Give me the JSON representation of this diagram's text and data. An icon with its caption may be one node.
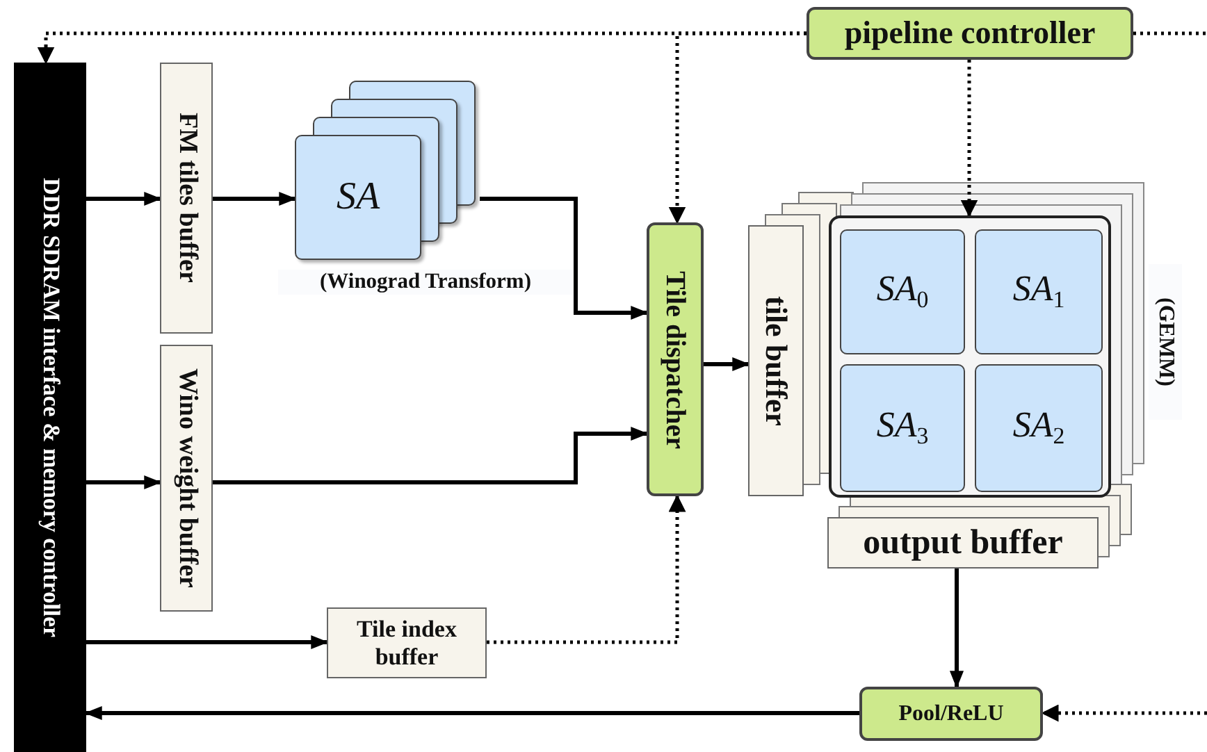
{
  "diagram": {
    "nodes": [
      {
        "text": [
          "DDR SDRAM interface & memory controller"
        ]
      },
      {
        "text": [
          "FM tiles buffer"
        ]
      },
      {
        "text": [
          "Wino weight buffer"
        ]
      },
      {
        "text": [
          "SA"
        ],
        "beside": [
          "(Winograd Transform)"
        ]
      },
      {
        "text": [
          "pipeline controller"
        ]
      },
      {
        "text": [
          "Tile dispatcher"
        ]
      },
      {
        "text": [
          "tile buffer"
        ]
      },
      {
        "text": [],
        "shape": "box",
        "beside": [
          "(GEMM)"
        ]
      },
      {
        "text": [
          "*SA*$_{0}$"
        ],
        "in": 7
      },
      {
        "text": [
          "*SA*$_{1}$"
        ],
        "in": 7
      },
      {
        "text": [
          "*SA*$_{3}$"
        ],
        "in": 7
      },
      {
        "text": [
          "*SA*$_{2}$"
        ],
        "in": 7
      },
      {
        "text": [
          "output buffer"
        ]
      },
      {
        "text": [
          "Tile index buffer"
        ]
      },
      {
        "text": [
          "Pool/ReLU"
        ]
      }
    ],
    "edges": [
      {
        "from": 0,
        "to": 1,
        "arrow": "to"
      },
      {
        "from": 1,
        "to": 3,
        "arrow": "to"
      },
      {
        "from": 3,
        "to": 5,
        "arrow": "to"
      },
      {
        "from": 0,
        "to": 2,
        "arrow": "to"
      },
      {
        "from": 2,
        "to": 5,
        "arrow": "to"
      },
      {
        "from": 0,
        "to": 13,
        "arrow": "to"
      },
      {
        "from": 13,
        "to": 5,
        "arrow": "to",
        "style": "dashed"
      },
      {
        "from": 5,
        "to": 6,
        "arrow": "to"
      },
      {
        "from": 12,
        "to": 14,
        "arrow": "to"
      },
      {
        "from": 14,
        "to": 0,
        "arrow": "to"
      },
      {
        "from": 4,
        "to": 7,
        "arrow": "to",
        "style": "dashed"
      },
      {
        "from": 4,
        "to": 5,
        "arrow": "to",
        "style": "dashed"
      },
      {
        "from": 4,
        "to": 0,
        "arrow": "to",
        "style": "dashed"
      },
      {
        "from": 4,
        "to": null,
        "arrow": "none",
        "style": "dashed"
      },
      {
        "from": null,
        "to": 14,
        "arrow": "to",
        "style": "dashed"
      }
    ]
  }
}
